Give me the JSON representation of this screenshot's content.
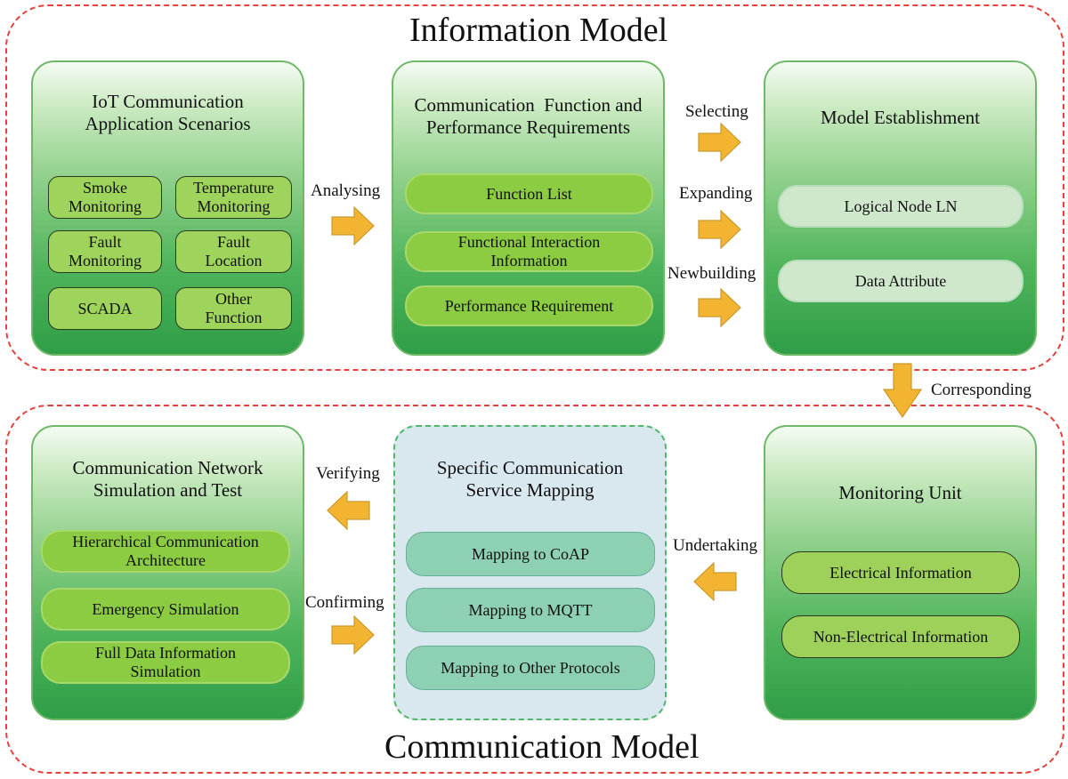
{
  "regions": {
    "information_model": "Information Model",
    "communication_model": "Communication Model"
  },
  "panels": {
    "iot": {
      "title": "IoT Communication\nApplication Scenarios",
      "items": [
        "Smoke\nMonitoring",
        "Temperature\nMonitoring",
        "Fault\nMonitoring",
        "Fault\nLocation",
        "SCADA",
        "Other\nFunction"
      ]
    },
    "requirements": {
      "title": "Communication  Function and\nPerformance Requirements",
      "items": [
        "Function List",
        "Functional Interaction\nInformation",
        "Performance Requirement"
      ]
    },
    "model": {
      "title": "Model Establishment",
      "items": [
        "Logical Node LN",
        "Data Attribute"
      ]
    },
    "network": {
      "title": "Communication Network\nSimulation and Test",
      "items": [
        "Hierarchical Communication\nArchitecture",
        "Emergency Simulation",
        "Full Data Information\nSimulation"
      ]
    },
    "mapping": {
      "title": "Specific Communication\nService Mapping",
      "items": [
        "Mapping to CoAP",
        "Mapping to MQTT",
        "Mapping to Other Protocols"
      ]
    },
    "monitoring": {
      "title": "Monitoring Unit",
      "items": [
        "Electrical Information",
        "Non-Electrical Information"
      ]
    }
  },
  "arrows": {
    "analysing": "Analysing",
    "selecting": "Selecting",
    "expanding": "Expanding",
    "newbuilding": "Newbuilding",
    "corresponding": "Corresponding",
    "verifying": "Verifying",
    "confirming": "Confirming",
    "undertaking": "Undertaking"
  },
  "colors": {
    "region_border": "#e8413c",
    "arrow_fill": "#f2b431",
    "arrow_stroke": "#c99a2a",
    "panel_green": "#2f9e47",
    "mapping_bg": "#d9e7ef"
  }
}
